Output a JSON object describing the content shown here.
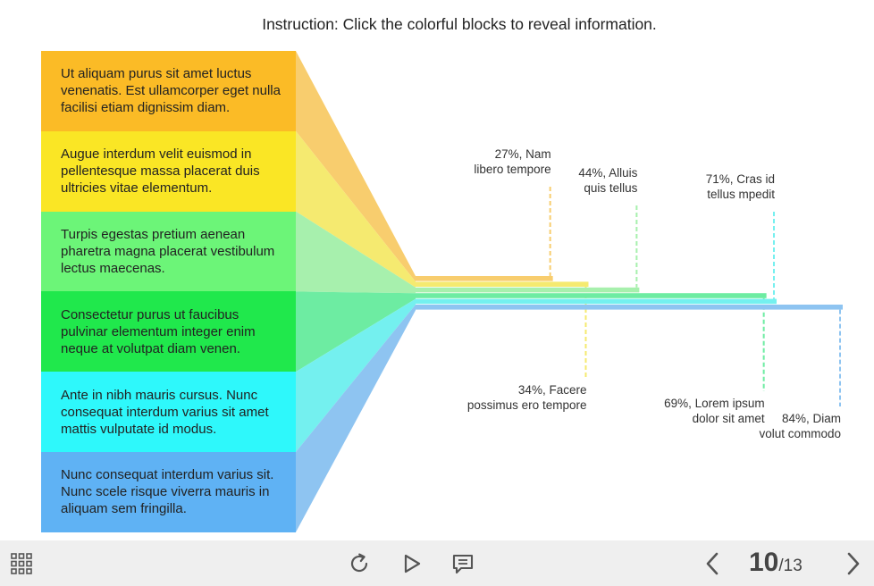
{
  "instruction": "Instruction: Click the colorful blocks to reveal information.",
  "blocks": [
    {
      "text": "Ut aliquam purus sit amet luctus venenatis. Est ullamcorper eget nulla facilisi etiam dignissim diam.",
      "color": "#fbbb26",
      "wedge": "#f8cd6e"
    },
    {
      "text": "Augue interdum velit euismod in pellentesque massa placerat duis ultricies vitae elementum.",
      "color": "#fae625",
      "wedge": "#f5ea70"
    },
    {
      "text": "Turpis egestas pretium aenean pharetra magna placerat vestibulum lectus maecenas.",
      "color": "#6cf578",
      "wedge": "#a7f0ad"
    },
    {
      "text": "Consectetur purus ut faucibus pulvinar elementum integer enim neque at volutpat diam venen.",
      "color": "#20e84c",
      "wedge": "#6deca2"
    },
    {
      "text": "Ante in nibh mauris cursus. Nunc consequat interdum varius sit amet mattis vulputate id modus.",
      "color": "#2ef8fb",
      "wedge": "#74f0ef"
    },
    {
      "text": "Nunc consequat interdum varius sit. Nunc scele risque viverra mauris in aliquam sem fringilla.",
      "color": "#5fb2f4",
      "wedge": "#8ec4f1"
    }
  ],
  "chart_data": {
    "type": "bar",
    "series": [
      {
        "percent": 27,
        "label": "27%, Nam libero tempore",
        "lines": [
          "27%, Nam",
          "libero tempore"
        ],
        "position": "above",
        "color": "#f8cd6e"
      },
      {
        "percent": 34,
        "label": "34%, Facere possimus ero tempore",
        "lines": [
          "34%, Facere",
          "possimus ero tempore"
        ],
        "position": "below",
        "color": "#f5ea70"
      },
      {
        "percent": 44,
        "label": "44%, Alluis quis tellus",
        "lines": [
          "44%, Alluis",
          "quis tellus"
        ],
        "position": "above",
        "color": "#a7f0ad"
      },
      {
        "percent": 69,
        "label": "69%, Lorem ipsum dolor sit amet",
        "lines": [
          "69%, Lorem ipsum",
          "dolor sit amet"
        ],
        "position": "below",
        "color": "#6deca2"
      },
      {
        "percent": 71,
        "label": "71%, Cras id tellus mpedit",
        "lines": [
          "71%, Cras id",
          "tellus mpedit"
        ],
        "position": "above",
        "color": "#74f0ef"
      },
      {
        "percent": 84,
        "label": "84%, Diam volut commodo",
        "lines": [
          "84%, Diam",
          "volut commodo"
        ],
        "position": "below",
        "color": "#8ec4f1"
      }
    ]
  },
  "footer": {
    "current_page": "10",
    "total_pages": "/13",
    "icons": [
      "grid-menu-icon",
      "replay-icon",
      "play-icon",
      "comment-icon",
      "chevron-left-icon",
      "chevron-right-icon"
    ]
  }
}
